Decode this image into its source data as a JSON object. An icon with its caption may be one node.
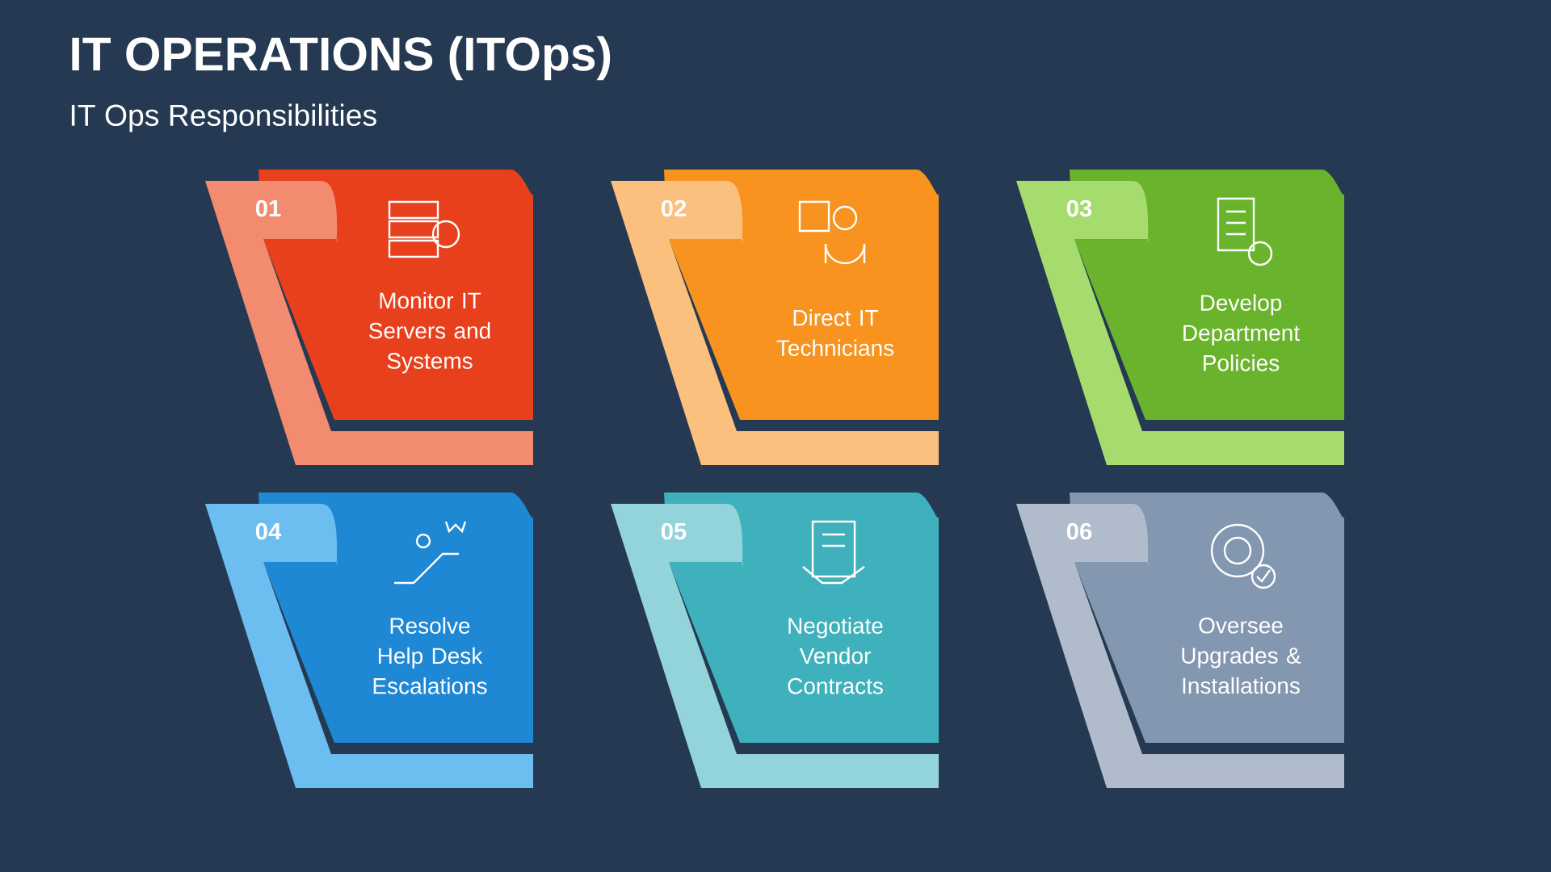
{
  "diagram": {
    "title": "IT OPERATIONS (ITOps)",
    "caption": "IT Ops Responsibilities",
    "nodes": [
      {
        "text": [
          "01",
          "Monitor IT Servers and Systems"
        ]
      },
      {
        "text": [
          "02",
          "Direct IT Technicians"
        ]
      },
      {
        "text": [
          "03",
          "Develop Department Policies"
        ]
      },
      {
        "text": [
          "04",
          "Resolve Help Desk Escalations"
        ]
      },
      {
        "text": [
          "05",
          "Negotiate Vendor Contracts"
        ]
      },
      {
        "text": [
          "06",
          "Oversee Upgrades & Installations"
        ]
      }
    ]
  }
}
